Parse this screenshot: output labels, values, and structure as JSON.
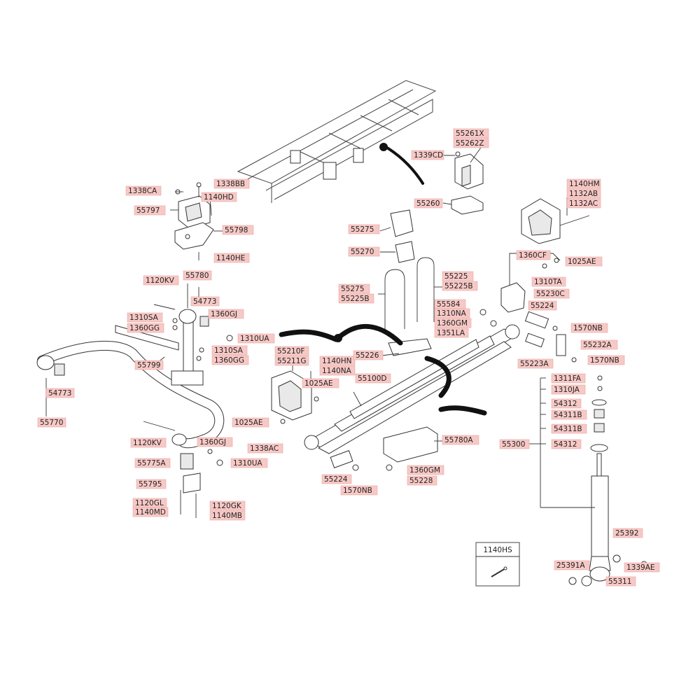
{
  "labels": {
    "p55261x": "55261X",
    "p55262z": "55262Z",
    "p1339cd": "1339CD",
    "p55260": "55260",
    "p1338ca": "1338CA",
    "p1338bb": "1338BB",
    "p1140hd": "1140HD",
    "p55797": "55797",
    "p55798": "55798",
    "p1140he": "1140HE",
    "p55275": "55275",
    "p55270": "55270",
    "p1140hm": "1140HM",
    "p1132ab": "1132AB",
    "p1132ac": "1132AC",
    "p1360cf": "1360CF",
    "p1025ae_r": "1025AE",
    "p1310ta": "1310TA",
    "p55230c": "55230C",
    "p55224_r": "55224",
    "p1570nb_r1": "1570NB",
    "p55232a": "55232A",
    "p55223a": "55223A",
    "p1570nb_r2": "1570NB",
    "p1120kv_t": "1120KV",
    "p55780": "55780",
    "p54773_t": "54773",
    "p1310sa_t": "1310SA",
    "p1360gg_t": "1360GG",
    "p1360gj_t": "1360GJ",
    "p1310ua_t": "1310UA",
    "p1310sa_b": "1310SA",
    "p1360gg_b": "1360GG",
    "p55799": "55799",
    "p55275_b": "55275",
    "p55225b_l": "55225B",
    "p55225": "55225",
    "p55225b_r": "55225B",
    "p55584": "55584",
    "p1310na": "1310NA",
    "p1360gm_t": "1360GM",
    "p1351la": "1351LA",
    "p55210f": "55210F",
    "p55211g": "55211G",
    "p1140hn": "1140HN",
    "p1140na": "1140NA",
    "p55226": "55226",
    "p1025ae_m": "1025AE",
    "p55100d": "55100D",
    "p54773_l": "54773",
    "p55770": "55770",
    "p1025ae_l": "1025AE",
    "p1338ac": "1338AC",
    "p1120kv_b": "1120KV",
    "p1360gj_b": "1360GJ",
    "p55775a": "55775A",
    "p1310ua_b": "1310UA",
    "p55795": "55795",
    "p1120gl": "1120GL",
    "p1140md": "1140MD",
    "p1120gk": "1120GK",
    "p1140mb": "1140MB",
    "p55780a": "55780A",
    "p55224_b": "55224",
    "p1570nb_b": "1570NB",
    "p1360gm_b": "1360GM",
    "p55228": "55228",
    "p1311fa": "1311FA",
    "p1310ja": "1310JA",
    "p54312_t": "54312",
    "p54311b_t": "54311B",
    "p54311b_b": "54311B",
    "p55300": "55300",
    "p54312_b": "54312",
    "p25392": "25392",
    "p25391a": "25391A",
    "p1339ae": "1339AE",
    "p55311": "55311",
    "inset_title": "1140HS"
  }
}
